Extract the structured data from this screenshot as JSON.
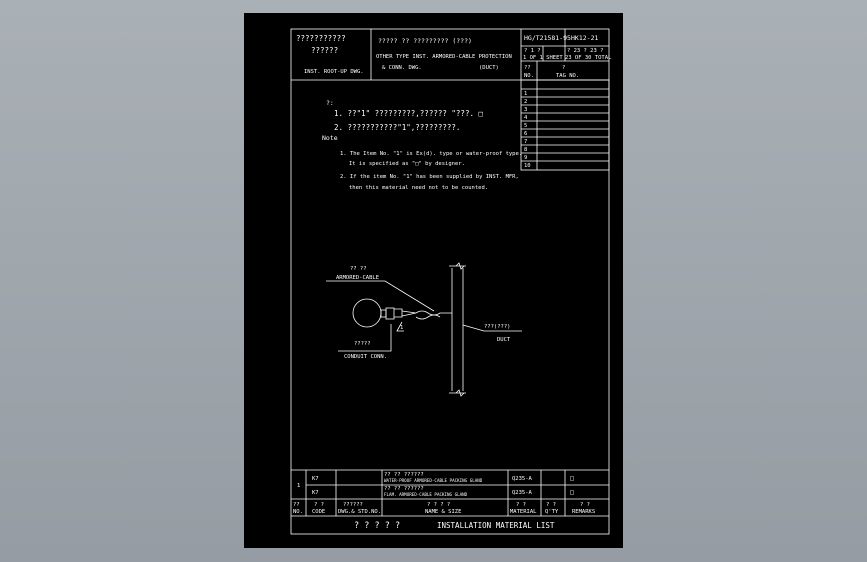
{
  "header": {
    "left_line1": "???????????",
    "left_line2": "??????",
    "left_line3": "INST. ROOT-UP DWG.",
    "mid_line1": "????? ?? ?????????  (???)",
    "mid_line2": "OTHER TYPE INST. ARMORED-CABLE PROTECTION",
    "mid_line3": "& CONN. DWG.",
    "mid_line4": "(DUCT)",
    "dwg_no": "HG/T21581-95",
    "sheet_code": "HK12-21",
    "sheet_a": "? 1 ?",
    "sheet_a_label": "1 OF 1 SHEET",
    "sheet_b": "? 23 ? 23 ?",
    "sheet_b_label": "23 OF 30 TOTAL"
  },
  "revision_table": {
    "col_no": "??",
    "col_no_en": "NO.",
    "col_text": "?",
    "col_text_en": "TAG NO.",
    "rows": [
      "1",
      "2",
      "3",
      "4",
      "5",
      "6",
      "7",
      "8",
      "9",
      "10"
    ]
  },
  "notes": {
    "cn_title": "?:",
    "cn_1": "1. ??\"1\" ?????????,?????? \"???. □",
    "cn_2": "2. ???????????\"1\",?????????.",
    "en_title": "Note",
    "en_1a": "1. The Item No. \"1\" is Ex(d). type or water-proof type.",
    "en_1b": "It is specified as \"□\" by designer.",
    "en_2a": "2. If the item No. \"1\" has been supplied by INST. MFR,",
    "en_2b": "then this material need not to be counted."
  },
  "diagram": {
    "cable_cn": "?? ??",
    "cable_en": "ARMORED-CABLE",
    "conn_cn": "?????",
    "conn_en": "CONDUIT CONN.",
    "duct_cn": "???(???)",
    "duct_en": "DUCT",
    "item_mark": "1"
  },
  "material_list": {
    "rows": [
      {
        "no": "1",
        "code": "K7",
        "dwg": "",
        "name_cn": "?? ?? ??????",
        "name_en": "WATER-PROOF ARMORED-CABLE PACKING GLAND",
        "material": "Q235-A",
        "qty": "□",
        "remarks": ""
      },
      {
        "no": "",
        "code": "K7",
        "dwg": "",
        "name_cn": "?? ?? ??????",
        "name_en": "FLAM. ARMORED-CABLE PACKING GLAND",
        "material": "Q235-A",
        "qty": "□",
        "remarks": ""
      }
    ],
    "head_cn": {
      "no": "??",
      "code": "? ?",
      "dwg": "??????",
      "name": "? ? ? ?",
      "material": "? ?",
      "qty": "? ?",
      "remarks": "? ?"
    },
    "head_en": {
      "no": "NO.",
      "code": "CODE",
      "dwg": "DWG.& STD.NO.",
      "name": "NAME & SIZE",
      "material": "MATERIAL",
      "qty": "Q'TY",
      "remarks": "REMARKS"
    },
    "footer_cn": "? ? ? ? ?",
    "footer_en": "INSTALLATION MATERIAL LIST"
  }
}
